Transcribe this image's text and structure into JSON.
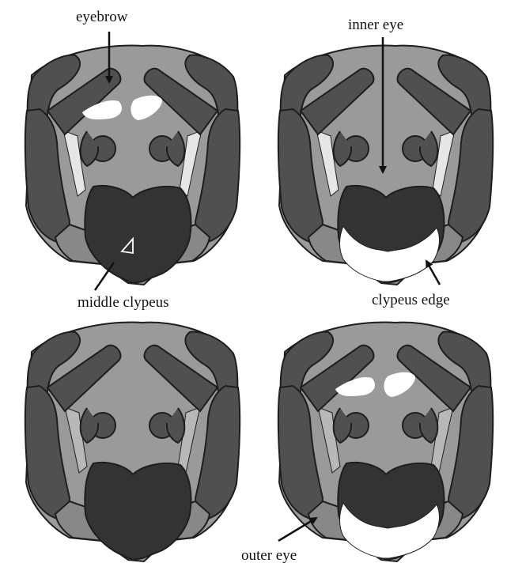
{
  "labels": {
    "eyebrow": "eyebrow",
    "inner_eye": "inner eye",
    "middle_clypeus": "middle clypeus",
    "clypeus_edge": "clypeus edge",
    "outer_eye": "outer eye"
  },
  "colors": {
    "outline": "#1e1e1e",
    "head": "#9a9a9a",
    "compound_eye": "#505050",
    "clypeus": "#333333",
    "cheek": "#888888",
    "highlight": "#ffffff",
    "inner_eye_mark": "#e6e6e6"
  },
  "panels": [
    {
      "id": "top-left",
      "eyebrow_marks": true,
      "inner_eye_marks": true,
      "clypeus_edge_marks": false
    },
    {
      "id": "top-right",
      "eyebrow_marks": false,
      "inner_eye_marks": true,
      "clypeus_edge_marks": true
    },
    {
      "id": "bottom-left",
      "eyebrow_marks": false,
      "inner_eye_marks": false,
      "clypeus_edge_marks": false
    },
    {
      "id": "bottom-right",
      "eyebrow_marks": true,
      "inner_eye_marks": false,
      "clypeus_edge_marks": true
    }
  ]
}
